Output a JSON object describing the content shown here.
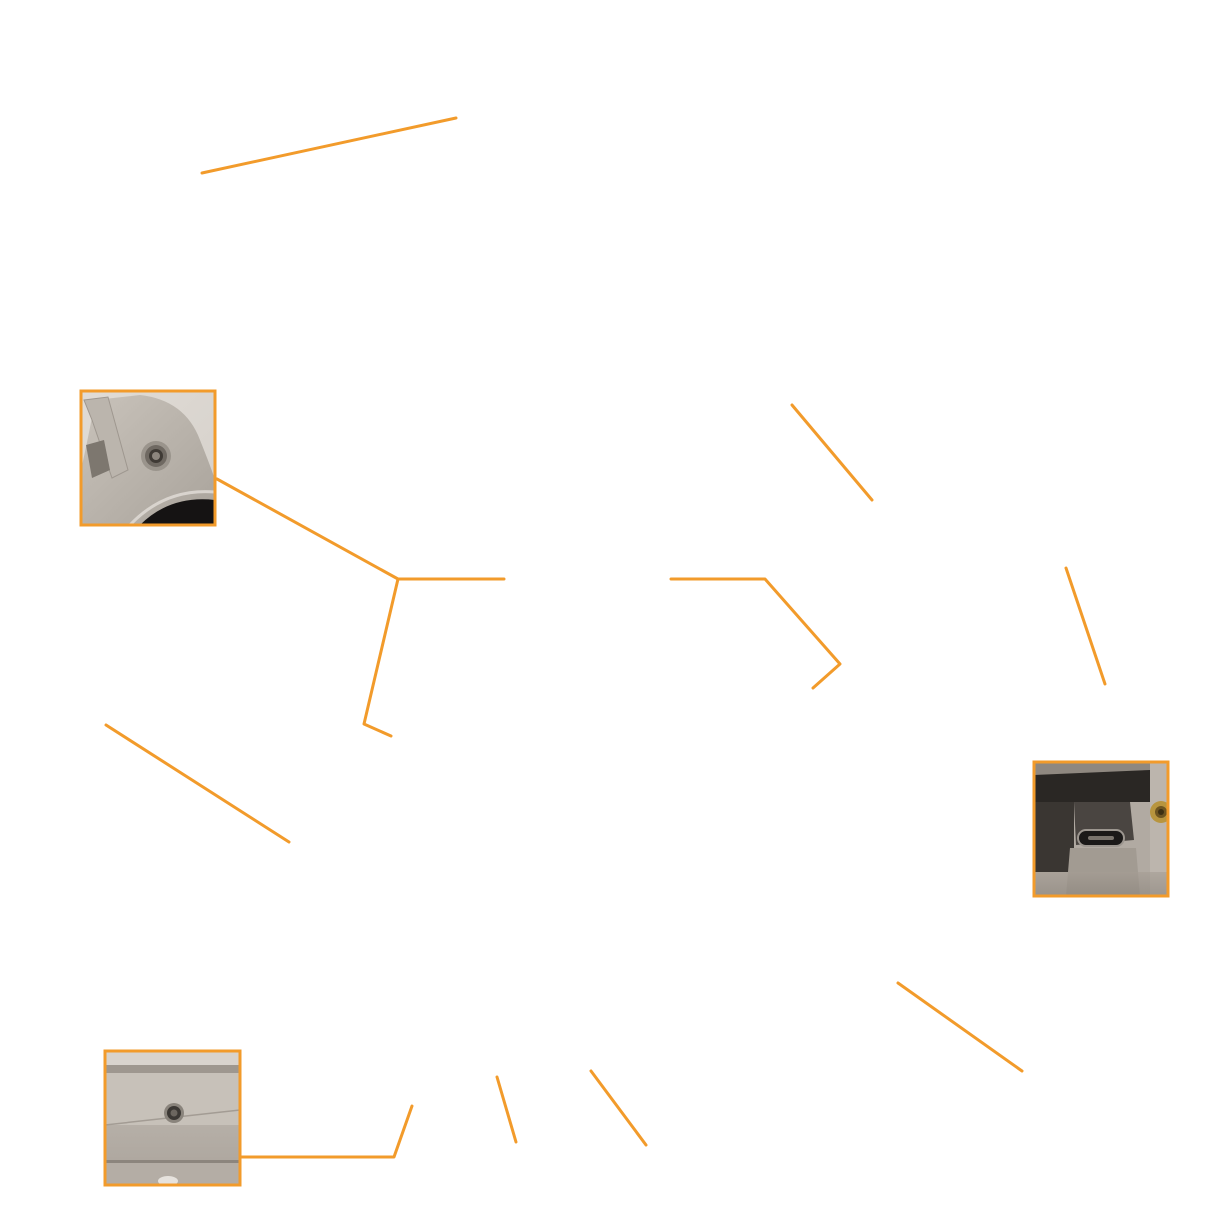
{
  "diagram": {
    "accent_color": "#f29b2b",
    "background_color": "#ffffff",
    "inset_photos": [
      {
        "name": "inset-mount-hole-closeup",
        "subject": "mount-with-threaded-hole"
      },
      {
        "name": "inset-usb-port-closeup",
        "subject": "usb-c-port-with-threaded-insert"
      },
      {
        "name": "inset-tripod-socket-closeup",
        "subject": "tripod-threaded-socket"
      }
    ],
    "callout_lines": [
      {
        "name": "callout-line-1"
      },
      {
        "name": "callout-line-2"
      },
      {
        "name": "callout-line-3"
      },
      {
        "name": "callout-line-4"
      },
      {
        "name": "callout-line-5"
      },
      {
        "name": "callout-line-6"
      },
      {
        "name": "callout-line-7"
      },
      {
        "name": "callout-line-8"
      },
      {
        "name": "callout-line-9"
      },
      {
        "name": "callout-line-10"
      },
      {
        "name": "callout-line-11"
      },
      {
        "name": "callout-line-12"
      }
    ]
  }
}
